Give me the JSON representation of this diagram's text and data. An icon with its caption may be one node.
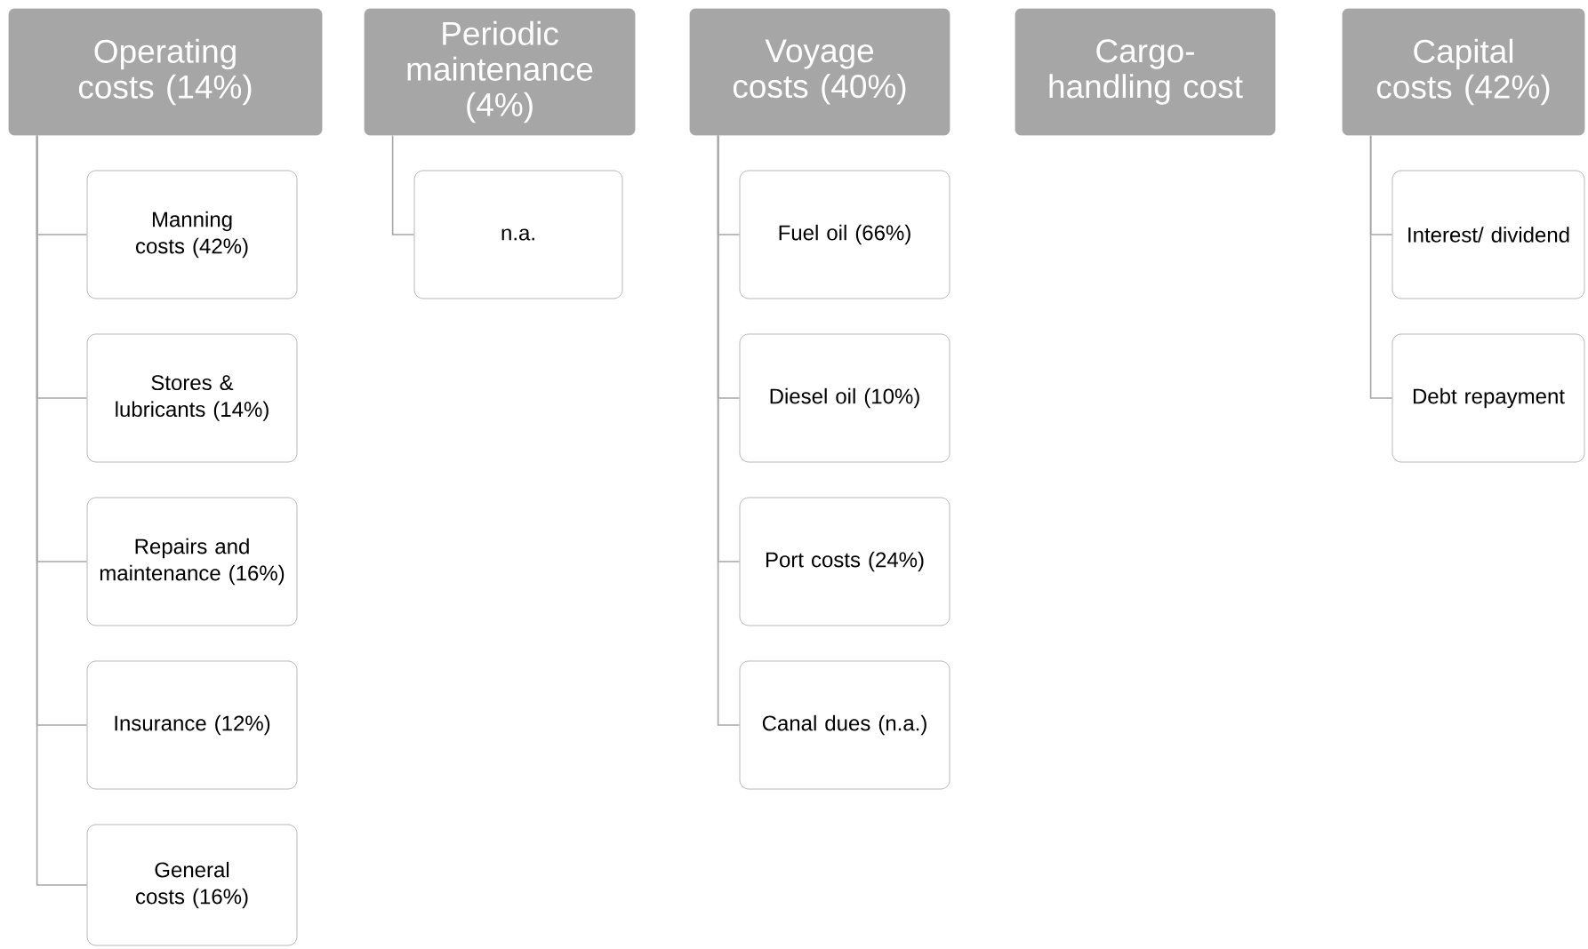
{
  "diagram": {
    "nodes": [
      {
        "text": [
          "Operating costs (14%)"
        ]
      },
      {
        "text": [
          "Manning costs (42%)"
        ]
      },
      {
        "text": [
          "Stores & lubricants (14%)"
        ]
      },
      {
        "text": [
          "Repairs and maintenance (16%)"
        ]
      },
      {
        "text": [
          "Insurance (12%)"
        ]
      },
      {
        "text": [
          "General costs (16%)"
        ]
      },
      {
        "text": [
          "Periodic maintenance (4%)"
        ]
      },
      {
        "text": [
          "n.a."
        ]
      },
      {
        "text": [
          "Voyage costs (40%)"
        ]
      },
      {
        "text": [
          "Fuel oil (66%)"
        ]
      },
      {
        "text": [
          "Diesel oil (10%)"
        ]
      },
      {
        "text": [
          "Port costs (24%)"
        ]
      },
      {
        "text": [
          "Canal dues (n.a.)"
        ]
      },
      {
        "text": [
          "Cargo-handling cost"
        ]
      },
      {
        "text": [
          "Capital costs (42%)"
        ]
      },
      {
        "text": [
          "Interest/ dividend"
        ]
      },
      {
        "text": [
          "Debt repayment"
        ]
      }
    ],
    "edges": [
      {
        "from": 0,
        "to": 1,
        "arrow": "none"
      },
      {
        "from": 0,
        "to": 2,
        "arrow": "none"
      },
      {
        "from": 0,
        "to": 3,
        "arrow": "none"
      },
      {
        "from": 0,
        "to": 4,
        "arrow": "none"
      },
      {
        "from": 0,
        "to": 5,
        "arrow": "none"
      },
      {
        "from": 6,
        "to": 7,
        "arrow": "none"
      },
      {
        "from": 8,
        "to": 9,
        "arrow": "none"
      },
      {
        "from": 8,
        "to": 10,
        "arrow": "none"
      },
      {
        "from": 8,
        "to": 11,
        "arrow": "none"
      },
      {
        "from": 8,
        "to": 12,
        "arrow": "none"
      },
      {
        "from": 14,
        "to": 15,
        "arrow": "none"
      },
      {
        "from": 14,
        "to": 16,
        "arrow": "none"
      }
    ]
  }
}
